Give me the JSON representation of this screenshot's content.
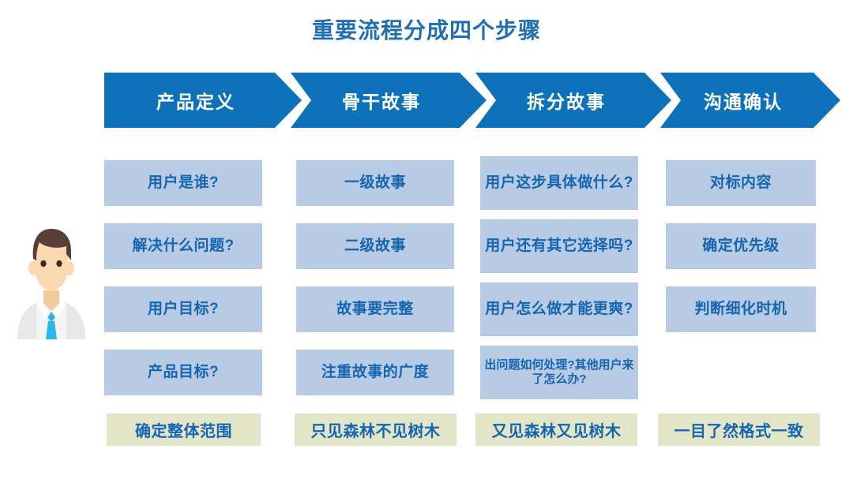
{
  "slide": {
    "title": "重要流程分成四个步骤"
  },
  "avatar": {
    "name": "businessman-avatar",
    "hair_color": "#584038",
    "skin_color": "#fbd9b0",
    "shirt_color": "#f2f2f2",
    "tie_color": "#29b6e8"
  },
  "colors": {
    "arrow_blue": "#0d72b9",
    "cell_blue": "#b7cbe4",
    "cell_text_blue": "#1565b0",
    "title_blue": "#1f6fb2",
    "summary_green": "#e2e5c8"
  },
  "steps": [
    {
      "header": "产品定义",
      "items": [
        "用户是谁?",
        "解决什么问题?",
        "用户目标?",
        "产品目标?"
      ],
      "summary": "确定整体范围"
    },
    {
      "header": "骨干故事",
      "items": [
        "一级故事",
        "二级故事",
        "故事要完整",
        "注重故事的广度"
      ],
      "summary": "只见森林不见树木"
    },
    {
      "header": "拆分故事",
      "items": [
        "用户这步具体做什么?",
        "用户还有其它选择吗?",
        "用户怎么做才能更爽?",
        "出问题如何处理?其他用户来了怎么办?"
      ],
      "summary": "又见森林又见树木"
    },
    {
      "header": "沟通确认",
      "items": [
        "对标内容",
        "确定优先级",
        "判断细化时机"
      ],
      "summary": "一目了然格式一致"
    }
  ]
}
